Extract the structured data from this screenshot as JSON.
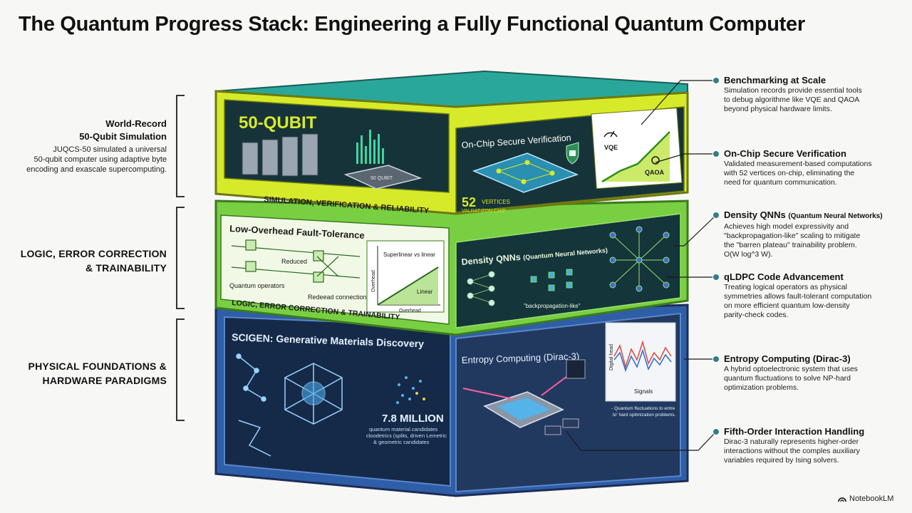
{
  "title": "The Quantum Progress Stack: Engineering a Fully Functional Quantum Computer",
  "left": {
    "top": {
      "heading_line1": "World-Record",
      "heading_line2": "50-Qubit Simulation",
      "text_line1": "JUQCS-50 simulated a universal",
      "text_line2": "50-qubit computer using adaptive byte",
      "text_line3": "encoding and exascale supercomputing."
    },
    "middle": {
      "line1": "LOGIC, ERROR CORRECTION",
      "line2": "& TRAINABILITY"
    },
    "bottom": {
      "line1": "PHYSICAL FOUNDATIONS &",
      "line2": "HARDWARE PARADIGMS"
    }
  },
  "layers": {
    "top": {
      "qubit_label": "50-QUBIT",
      "chip_label": "50 QUBIT",
      "band_label": "SIMULATION, VERIFICATION & RELIABILITY",
      "verify_title": "On-Chip Secure Verification",
      "vertices_number": "52",
      "vertices_word": "VERTICES",
      "vertices_sub": "VALRATIZON-CHIP",
      "vqe_label": "VQE",
      "qaoa_label": "QAOA"
    },
    "middle": {
      "ft_title": "Low-Overhead Fault-Tolerance",
      "reduced": "Reduced",
      "quantum_operators": "Quantum operators",
      "redundant": "Redeead connections",
      "superlinear": "Superlinear vs linear",
      "linear": "Linear",
      "overhead_axis": "Overhead",
      "overhead_x": "Overhead",
      "qnn_title": "Density QNNs",
      "qnn_sub": "(Quantum Neural Networks)",
      "backprop": "\"backpropagation-like\"",
      "band_label": "LOGIC, ERROR CORRECTION & TRAINABILITY"
    },
    "bottom": {
      "scigen_title": "SCIGEN: Generative Materials Discovery",
      "million": "7.8 MILLION",
      "million_sub1": "quantum material candidates",
      "million_sub2": "cloodetrics (splits, driven Lemetric",
      "million_sub3": "& geometric candidates",
      "entropy_title": "Entropy Computing (Dirac-3)",
      "signals": "Signals",
      "digital_head": "Digital head",
      "caption1": "- Quantum fluctuations to entre",
      "caption2": "to' hard optimization problems."
    }
  },
  "right": [
    {
      "heading": "Benchmarking at Scale",
      "sub": "",
      "lines": [
        "Simulation records provide essential tools",
        "to debug algorithme like VQE and QAOA",
        "beyond physical hardware limits."
      ]
    },
    {
      "heading": "On-Chip Secure Verification",
      "sub": "",
      "lines": [
        "Validated measurement-based computations",
        "with 52 vertices on-chip, eliminating the",
        "need for quantum communication."
      ]
    },
    {
      "heading": "Density QNNs",
      "sub": "(Quantum Neural Networks)",
      "lines": [
        "Achieves high model expressivity and",
        "\"backpropagation-like\" scaling to mitigate",
        "the \"barren plateau\" trainability problem.",
        "O(W log^3 W)."
      ]
    },
    {
      "heading": "qLDPC Code Advancement",
      "sub": "",
      "lines": [
        "Treating logical operators as physical",
        "symmetries allows fault-tolerant computation",
        "on more efficient quantum low-density",
        "parity-check codes."
      ]
    },
    {
      "heading": "Entropy Computing (Dirac-3)",
      "sub": "",
      "lines": [
        "A hybrid optoelectronic system that uses",
        "quantum fluctuations to solve NP-hard",
        "optimization problems."
      ]
    },
    {
      "heading": "Fifth-Order Interaction Handling",
      "sub": "",
      "lines": [
        "Dirac-3 naturally represents higher-order",
        "interactions without the comples auxiliary",
        "variables required by Ising solvers."
      ]
    }
  ],
  "brand": "NotebookLM",
  "colors": {
    "top_layer": "#d7ea2a",
    "middle_layer": "#79cf42",
    "bottom_layer": "#2f5ea8",
    "top_face": "#2aa79b",
    "panel_dark": "#17333a"
  }
}
